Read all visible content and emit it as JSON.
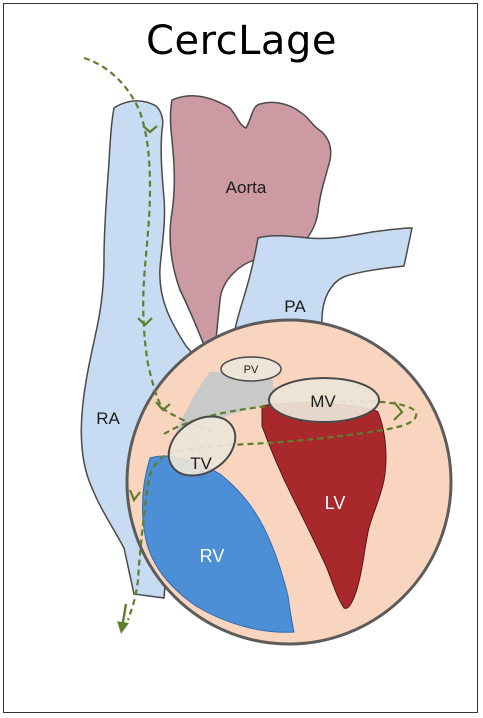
{
  "title": "CercLage",
  "labels": {
    "aorta": "Aorta",
    "pa": "PA",
    "ra": "RA",
    "pv": "PV",
    "mv": "MV",
    "tv": "TV",
    "lv": "LV",
    "rv": "RV"
  },
  "colors": {
    "aorta": "#cc9aa2",
    "right_atrium": "#c7dcf2",
    "pulmonary_artery": "#c7dcf2",
    "pericardial_circle": "#f9d5bf",
    "left_ventricle": "#a8282c",
    "right_ventricle": "#4d8fd6",
    "valve": "#ede5d8",
    "wire": "#5f7f2f"
  }
}
